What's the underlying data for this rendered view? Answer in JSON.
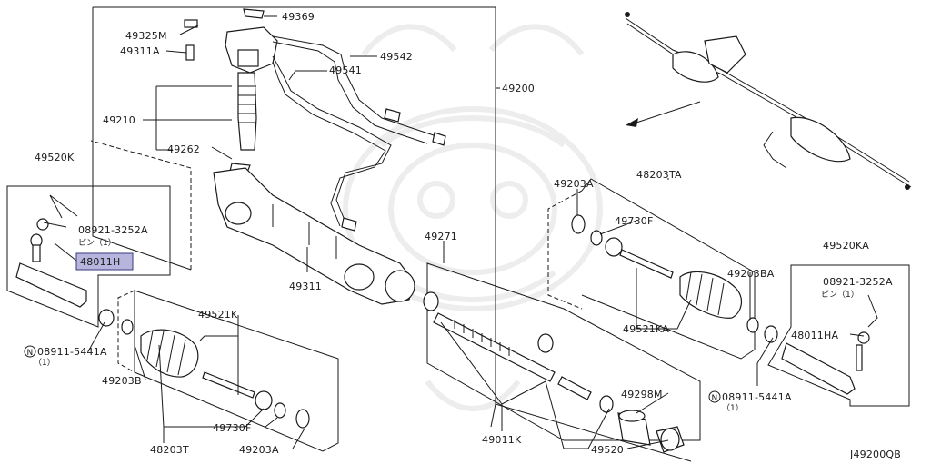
{
  "labels": {
    "p49369": "49369",
    "p49325m": "49325M",
    "p49311a": "49311A",
    "p49542": "49542",
    "p49541": "49541",
    "p49210": "49210",
    "p49262": "49262",
    "p49200": "49200",
    "p49520k": "49520K",
    "p08921_l": "08921-3252A",
    "pin_l": "ピン（1）",
    "p48011h": "48011H",
    "p49311": "49311",
    "p49271": "49271",
    "p49203a_top": "49203A",
    "p48203ta": "48203TA",
    "p49730f_top": "49730F",
    "p49203ba": "49203BA",
    "p49521ka": "49521KA",
    "p49520ka": "49520KA",
    "p08921_r": "08921-3252A",
    "pin_r": "ピン（1）",
    "p48011ha": "48011HA",
    "p08911_l": "08911-5441A",
    "qty_l": "（1）",
    "p49521k": "49521K",
    "p49203b": "49203B",
    "p49730f_bot": "49730F",
    "p48203t": "48203T",
    "p49203a_bot": "49203A",
    "p49298m": "49298M",
    "p49011k": "49011K",
    "p49520": "49520",
    "p08911_r": "08911-5441A",
    "qty_r": "（1）",
    "diagram_id": "J49200QB",
    "n_circle": "N"
  }
}
